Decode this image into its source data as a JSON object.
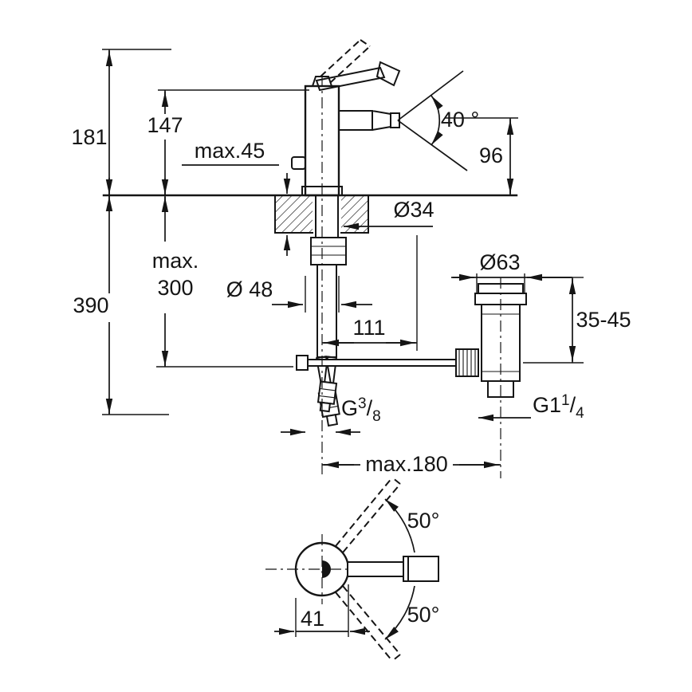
{
  "meta": {
    "background_color": "#ffffff",
    "line_color": "#151515",
    "drawing_type": "technical dimension drawing, single-lever bidet mixer with pop-up waste",
    "units": "mm"
  },
  "side_view": {
    "height_overall": "181",
    "height_to_lever": "147",
    "deck_thickness_max": "max.45",
    "lever_swing_angle": "40 °",
    "spout_height": "96",
    "depth_below_overall": "390",
    "depth_max_line1": "max.",
    "depth_max_line2": "300",
    "hole_diameter": "Ø34",
    "base_diameter": "Ø 48",
    "spout_reach": "111",
    "waste_flange_diameter": "Ø63",
    "waste_deck_range": "35-45",
    "reach_max": "max.180",
    "hose_thread": {
      "base": "G",
      "sup": "3",
      "slash": "/",
      "sub": "8"
    },
    "waste_thread": {
      "base": "G1",
      "sup": "1",
      "slash": "/",
      "sub": "4"
    }
  },
  "top_view": {
    "swivel_upper": "50°",
    "swivel_lower": "50°",
    "spout_offset": "41"
  }
}
